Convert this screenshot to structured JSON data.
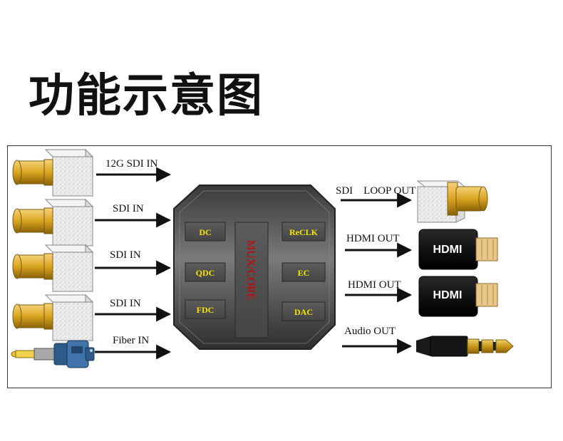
{
  "title": "功能示意图",
  "inputs": [
    {
      "label": "12G SDI IN",
      "connector": "bnc-connector-icon"
    },
    {
      "label": "SDI IN",
      "connector": "bnc-connector-icon"
    },
    {
      "label": "SDI IN",
      "connector": "bnc-connector-icon"
    },
    {
      "label": "SDI IN",
      "connector": "bnc-connector-icon"
    },
    {
      "label": "Fiber IN",
      "connector": "fiber-connector-icon"
    }
  ],
  "outputs": [
    {
      "label": "SDI    LOOP OUT",
      "connector": "bnc-connector-icon"
    },
    {
      "label": "HDMI OUT",
      "connector": "hdmi-plug-icon"
    },
    {
      "label": "HDMI OUT",
      "connector": "hdmi-plug-icon"
    },
    {
      "label": "Audio OUT",
      "connector": "audio-jack-icon"
    }
  ],
  "hdmi_plug_text": "HDMI",
  "chip": {
    "left_blocks": [
      "DC",
      "QDC",
      "FDC"
    ],
    "right_blocks": [
      "ReCLK",
      "EC",
      "DAC"
    ],
    "core": "MUX/CORE"
  },
  "colors": {
    "chip_body": "#5a5a5a",
    "block_text": "#f5e400",
    "core_text": "#d40000",
    "bnc_gold": "#d9a520"
  }
}
